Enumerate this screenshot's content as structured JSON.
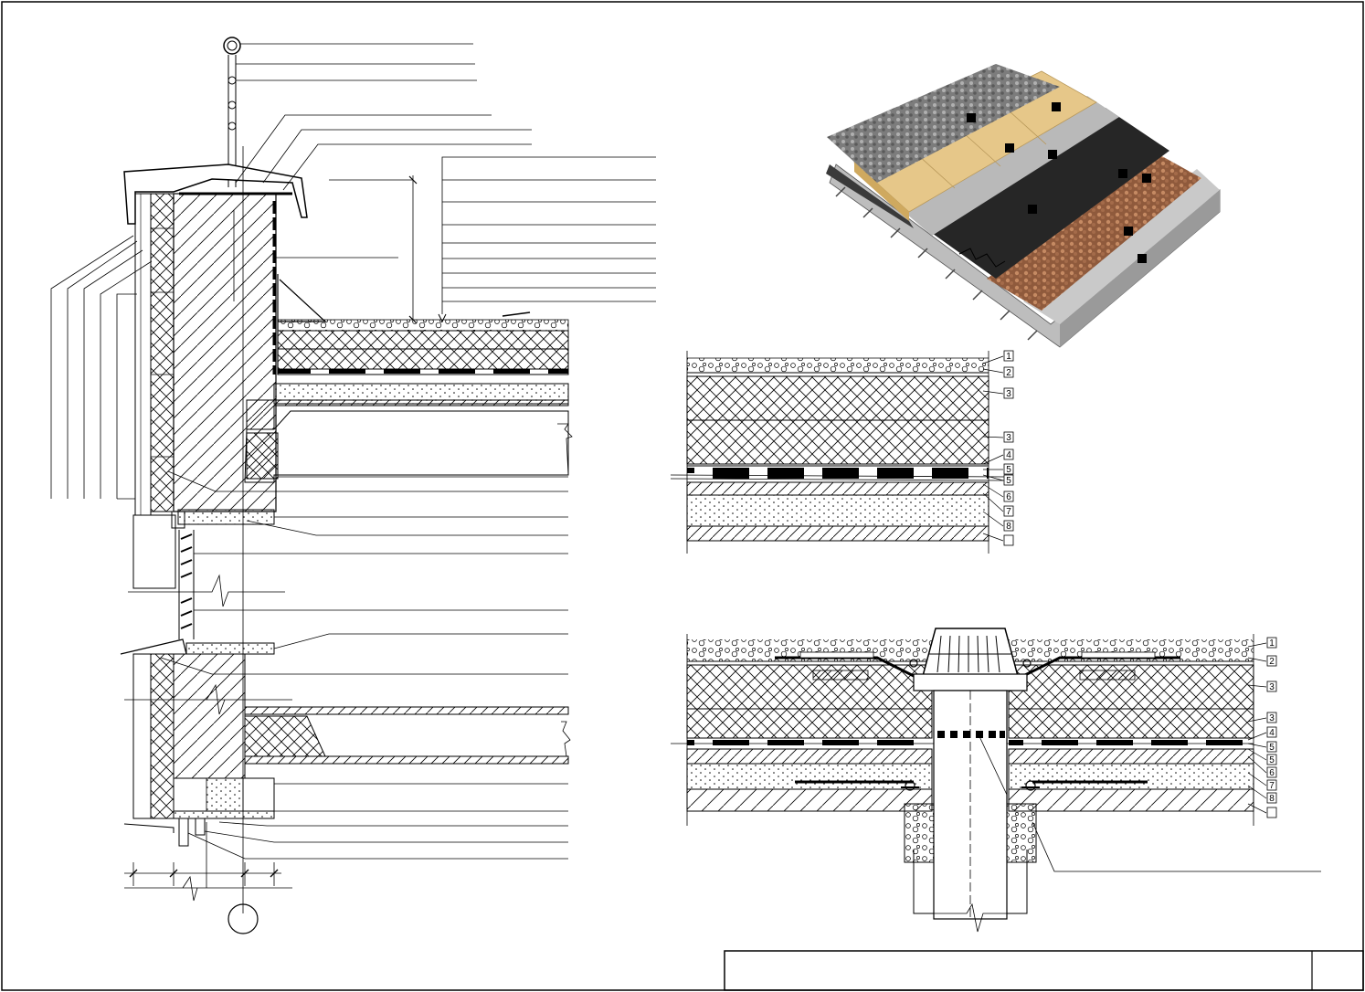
{
  "section_legend": {
    "items": [
      {
        "num": "1"
      },
      {
        "num": "2"
      },
      {
        "num": "3"
      },
      {
        "num": "3"
      },
      {
        "num": "4"
      },
      {
        "num": "5"
      },
      {
        "num": "5"
      },
      {
        "num": "6"
      },
      {
        "num": "7"
      },
      {
        "num": "8"
      },
      {
        "num": ""
      }
    ]
  },
  "drain_legend": {
    "items": [
      {
        "num": "1"
      },
      {
        "num": "2"
      },
      {
        "num": "3"
      },
      {
        "num": "3"
      },
      {
        "num": "4"
      },
      {
        "num": "5"
      },
      {
        "num": "5"
      },
      {
        "num": "6"
      },
      {
        "num": "7"
      },
      {
        "num": "8"
      },
      {
        "num": ""
      }
    ]
  },
  "colors": {
    "line": "#000000",
    "gravel": "#8a8a8a",
    "insulation": "#e9c98a",
    "membrane": "#2b2b2b",
    "concrete": "#cfcfcf",
    "clay": "#b57a55"
  }
}
